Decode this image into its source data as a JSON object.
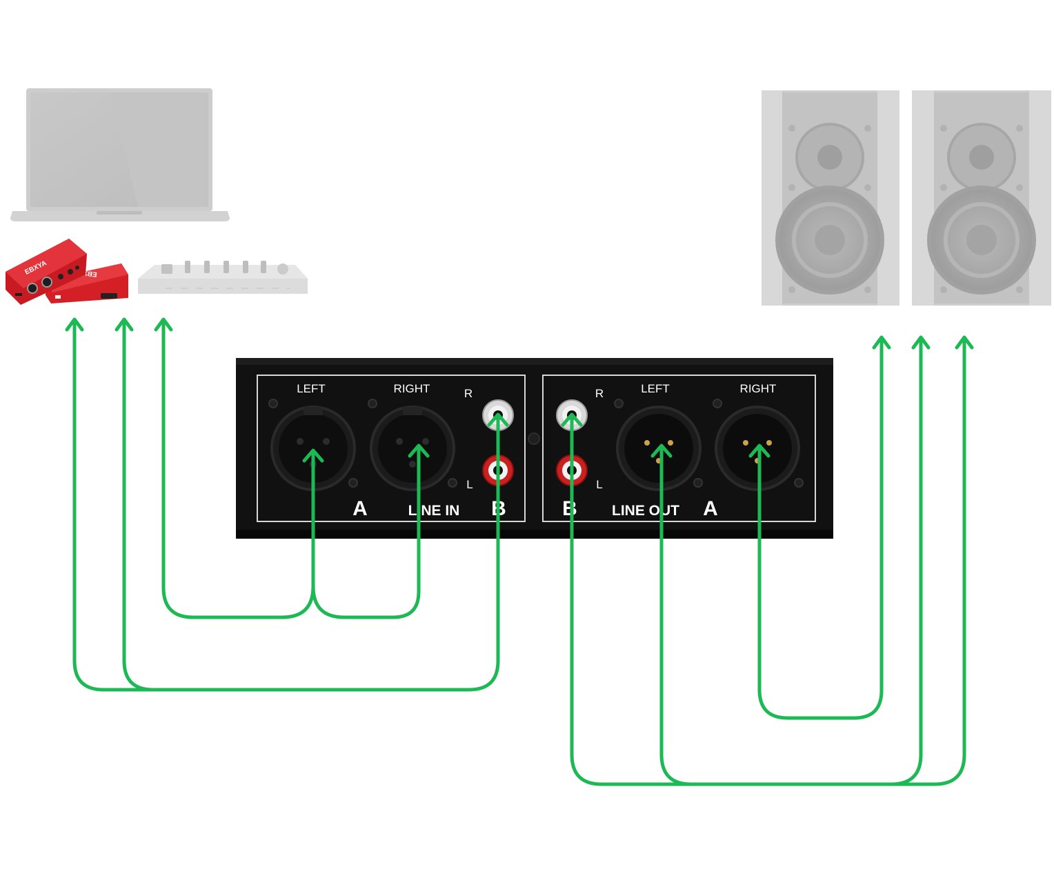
{
  "panel": {
    "input_section": {
      "left_label": "LEFT",
      "right_label": "RIGHT",
      "rca_right": "R",
      "rca_left": "L",
      "letter_a": "A",
      "letter_b": "B",
      "title": "LINE IN"
    },
    "output_section": {
      "left_label": "LEFT",
      "right_label": "RIGHT",
      "rca_right": "R",
      "rca_left": "L",
      "letter_a": "A",
      "letter_b": "B",
      "title": "LINE OUT"
    }
  },
  "devices": {
    "audio_interface_brand": "EBXYA",
    "audio_interface_brand_back": "EBXYA"
  },
  "colors": {
    "wire": "#1db954",
    "panel": "#121212",
    "rca_white_ring": "#e8e8e8",
    "rca_red_ring": "#d22020",
    "device_grey": "#c4c4c4",
    "interface_red": "#d41f26"
  }
}
